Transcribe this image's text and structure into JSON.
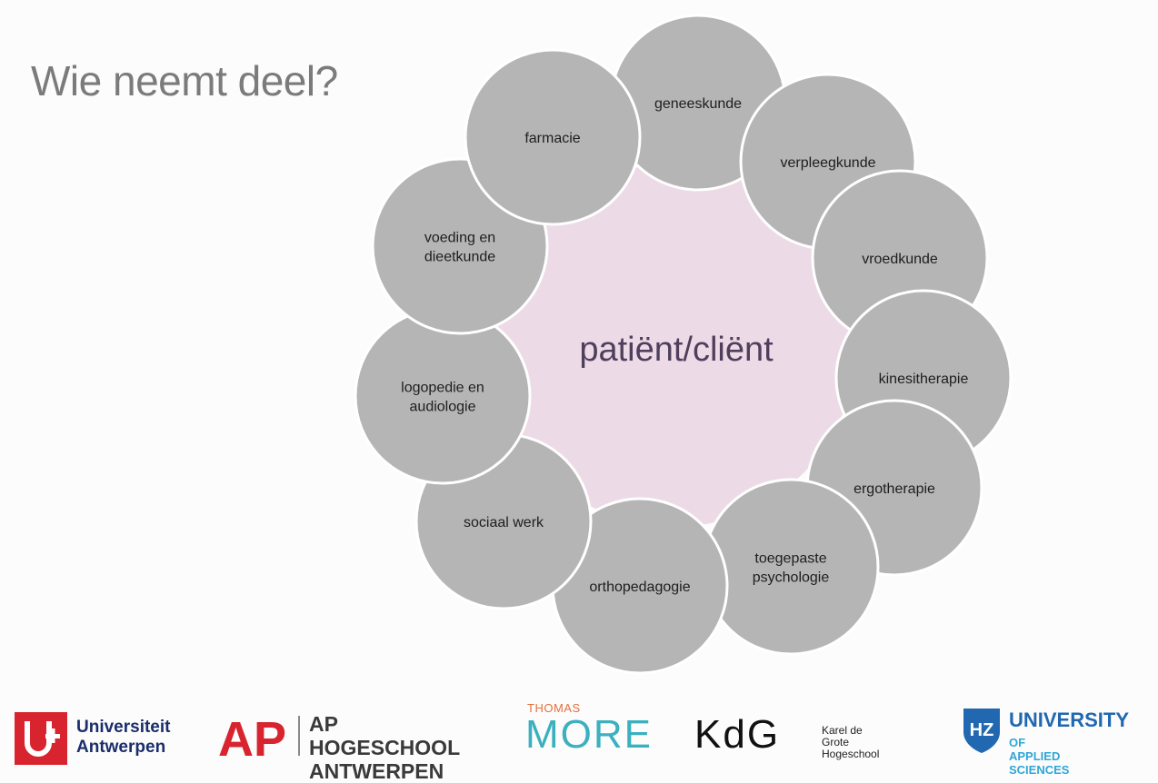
{
  "title": "Wie neemt deel?",
  "center": {
    "label": "patiënt/cliënt",
    "color": "#ecdbe6"
  },
  "node_color": "#b5b5b5",
  "node_stroke": "#ffffff",
  "nodes": [
    {
      "lines": [
        "geneeskunde"
      ]
    },
    {
      "lines": [
        "verpleegkunde"
      ]
    },
    {
      "lines": [
        "vroedkunde"
      ]
    },
    {
      "lines": [
        "kinesitherapie"
      ]
    },
    {
      "lines": [
        "ergotherapie"
      ]
    },
    {
      "lines": [
        "toegepaste",
        "psychologie"
      ]
    },
    {
      "lines": [
        "orthopedagogie"
      ]
    },
    {
      "lines": [
        "sociaal werk"
      ]
    },
    {
      "lines": [
        "logopedie en",
        "audiologie"
      ]
    },
    {
      "lines": [
        "voeding en",
        "dieetkunde"
      ]
    },
    {
      "lines": [
        "farmacie"
      ]
    }
  ],
  "logos": {
    "ua": {
      "line1": "Universiteit",
      "line2": "Antwerpen",
      "color": "#d7242e"
    },
    "ap": {
      "mark": "AP",
      "line1": "AP HOGESCHOOL",
      "line2": "ANTWERPEN",
      "color": "#d7242e"
    },
    "thomasmore": {
      "small": "THOMAS",
      "big": "MORE"
    },
    "kdg": {
      "big": "KdG",
      "line1": "Karel de Grote",
      "line2": "Hogeschool"
    },
    "hz": {
      "mark": "HZ",
      "line1": "UNIVERSITY",
      "line2": "OF APPLIED SCIENCES"
    }
  }
}
